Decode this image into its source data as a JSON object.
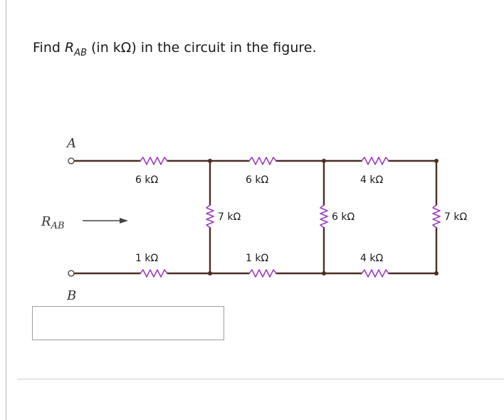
{
  "question": {
    "prefix": "Find ",
    "var": "R",
    "sub": "AB",
    "suffix": " (in kΩ) in the circuit in the figure."
  },
  "circuit": {
    "terminal_a": "A",
    "terminal_b": "B",
    "rab_label": "R",
    "rab_sub": "AB",
    "top_resistors": [
      "6 kΩ",
      "6 kΩ",
      "4 kΩ"
    ],
    "vertical_resistors": [
      "7 kΩ",
      "6 kΩ",
      "7 kΩ"
    ],
    "bottom_resistors": [
      "1 kΩ",
      "1 kΩ",
      "4 kΩ"
    ]
  },
  "answer": {
    "value": ""
  },
  "colors": {
    "wire": "#4a2e23",
    "resistor": "#9b3fbd",
    "terminal": "#555555"
  }
}
